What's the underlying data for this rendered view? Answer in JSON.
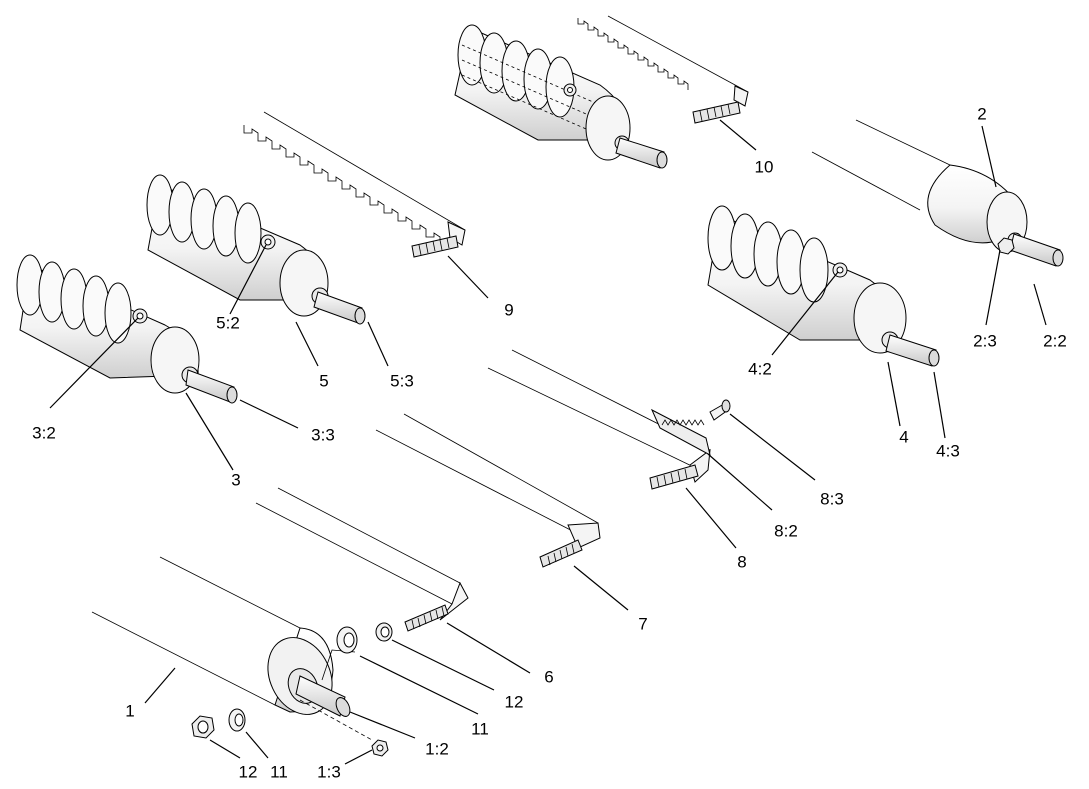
{
  "figure": {
    "callouts": [
      {
        "id": "c-1",
        "text": "1"
      },
      {
        "id": "c-1-2",
        "text": "1:2"
      },
      {
        "id": "c-1-3",
        "text": "1:3"
      },
      {
        "id": "c-2",
        "text": "2"
      },
      {
        "id": "c-2-2",
        "text": "2:2"
      },
      {
        "id": "c-2-3",
        "text": "2:3"
      },
      {
        "id": "c-3",
        "text": "3"
      },
      {
        "id": "c-3-2",
        "text": "3:2"
      },
      {
        "id": "c-3-3",
        "text": "3:3"
      },
      {
        "id": "c-4",
        "text": "4"
      },
      {
        "id": "c-4-2",
        "text": "4:2"
      },
      {
        "id": "c-4-3",
        "text": "4:3"
      },
      {
        "id": "c-5",
        "text": "5"
      },
      {
        "id": "c-5-2",
        "text": "5:2"
      },
      {
        "id": "c-5-3",
        "text": "5:3"
      },
      {
        "id": "c-6",
        "text": "6"
      },
      {
        "id": "c-7",
        "text": "7"
      },
      {
        "id": "c-8",
        "text": "8"
      },
      {
        "id": "c-8-2",
        "text": "8:2"
      },
      {
        "id": "c-8-3",
        "text": "8:3"
      },
      {
        "id": "c-9",
        "text": "9"
      },
      {
        "id": "c-10",
        "text": "10"
      },
      {
        "id": "c-11a",
        "text": "11"
      },
      {
        "id": "c-11b",
        "text": "11"
      },
      {
        "id": "c-12a",
        "text": "12"
      },
      {
        "id": "c-12b",
        "text": "12"
      }
    ]
  }
}
